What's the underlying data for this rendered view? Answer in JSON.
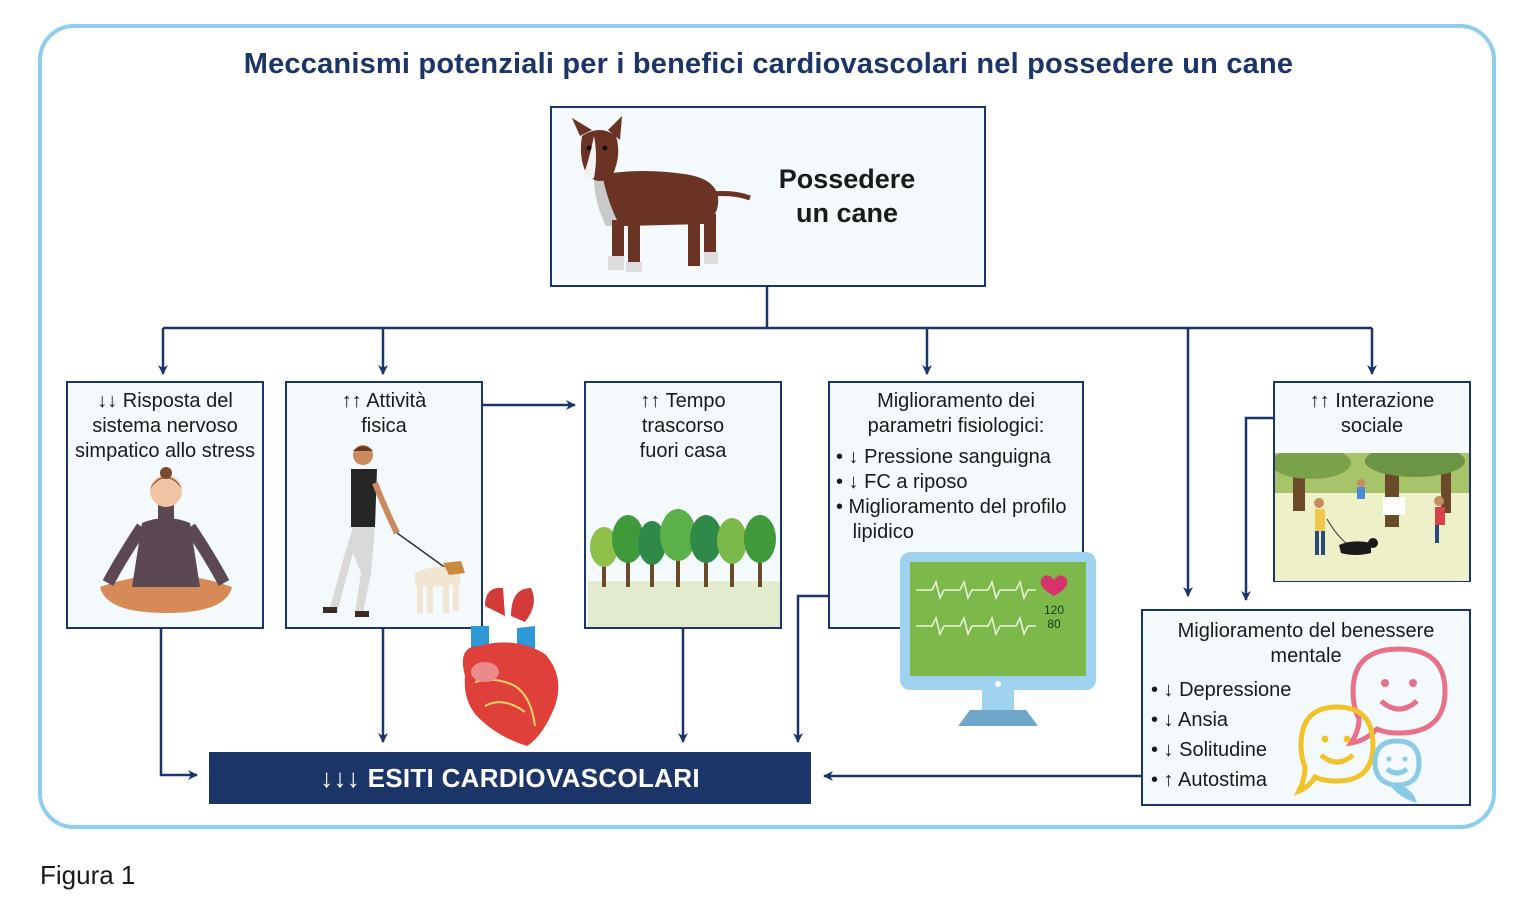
{
  "title": "Meccanismi potenziali per i benefici cardiovascolari nel possedere un cane",
  "root": {
    "label_line1": "Possedere",
    "label_line2": "un cane"
  },
  "boxes": {
    "stress": {
      "line1": "↓↓ Risposta del",
      "line2": "sistema nervoso",
      "line3": "simpatico allo stress"
    },
    "attivita": {
      "line1": "↑↑ Attività",
      "line2": "fisica"
    },
    "tempo": {
      "line1": "↑↑ Tempo",
      "line2": "trascorso",
      "line3": "fuori casa"
    },
    "fisiologici": {
      "line1": "Miglioramento dei",
      "line2": "parametri fisiologici:",
      "items": [
        "• ↓ Pressione sanguigna",
        "• ↓ FC a riposo",
        "• Miglioramento del profilo",
        "   lipidico"
      ]
    },
    "sociale": {
      "line1": "↑↑ Interazione",
      "line2": "sociale"
    },
    "mentale": {
      "line1": "Miglioramento del benessere",
      "line2": "mentale",
      "items": [
        "• ↓ Depressione",
        "• ↓ Ansia",
        "• ↓ Solitudine",
        "• ↑ Autostima"
      ]
    }
  },
  "monitor": {
    "value1": "120",
    "value2": "80"
  },
  "outcome": "↓↓↓ ESITI CARDIOVASCOLARI",
  "caption": "Figura 1",
  "colors": {
    "navy": "#1b3569",
    "frame": "#8fcdf0",
    "box_bg": "#f4f9fc"
  }
}
